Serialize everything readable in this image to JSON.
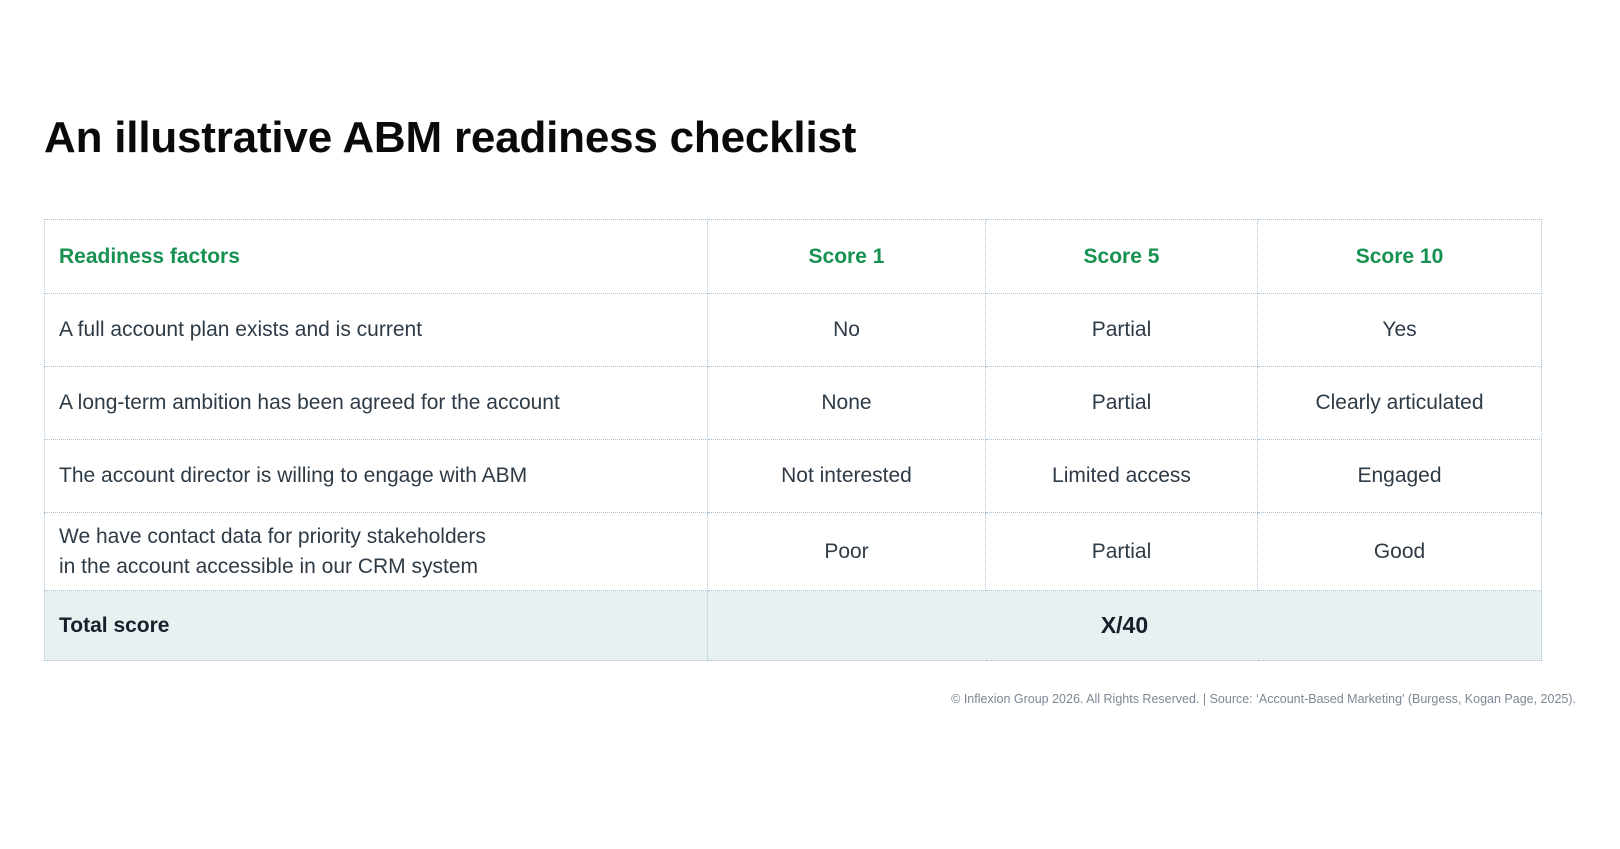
{
  "slide": {
    "title": "An illustrative ABM readiness checklist"
  },
  "table": {
    "headers": {
      "factor": "Readiness factors",
      "score_1": "Score 1",
      "score_5": "Score 5",
      "score_10": "Score 10"
    },
    "rows": [
      {
        "factor": "A full account plan exists and is current",
        "factor_line2": "",
        "score_1": "No",
        "score_5": "Partial",
        "score_10": "Yes"
      },
      {
        "factor": "A long-term ambition has been agreed for the account",
        "factor_line2": "",
        "score_1": "None",
        "score_5": "Partial",
        "score_10": "Clearly articulated"
      },
      {
        "factor": "The account director is willing to engage with ABM",
        "factor_line2": "",
        "score_1": "Not interested",
        "score_5": "Limited access",
        "score_10": "Engaged"
      },
      {
        "factor": "We have contact data for priority stakeholders",
        "factor_line2": "in the account accessible in our CRM system",
        "score_1": "Poor",
        "score_5": "Partial",
        "score_10": "Good"
      }
    ],
    "total": {
      "label": "Total score",
      "value": "X/40"
    }
  },
  "footer": {
    "text": "© Inflexion Group 2026. All Rights Reserved. | Source: ‘Account-Based Marketing’ (Burgess, Kogan Page, 2025)."
  },
  "colors": {
    "accent_green": "#169150",
    "body_text": "#2e3b47",
    "border_dotted": "#a9c2d4",
    "total_row_bg": "#e9f0f1",
    "footer_text": "#7b8794"
  }
}
